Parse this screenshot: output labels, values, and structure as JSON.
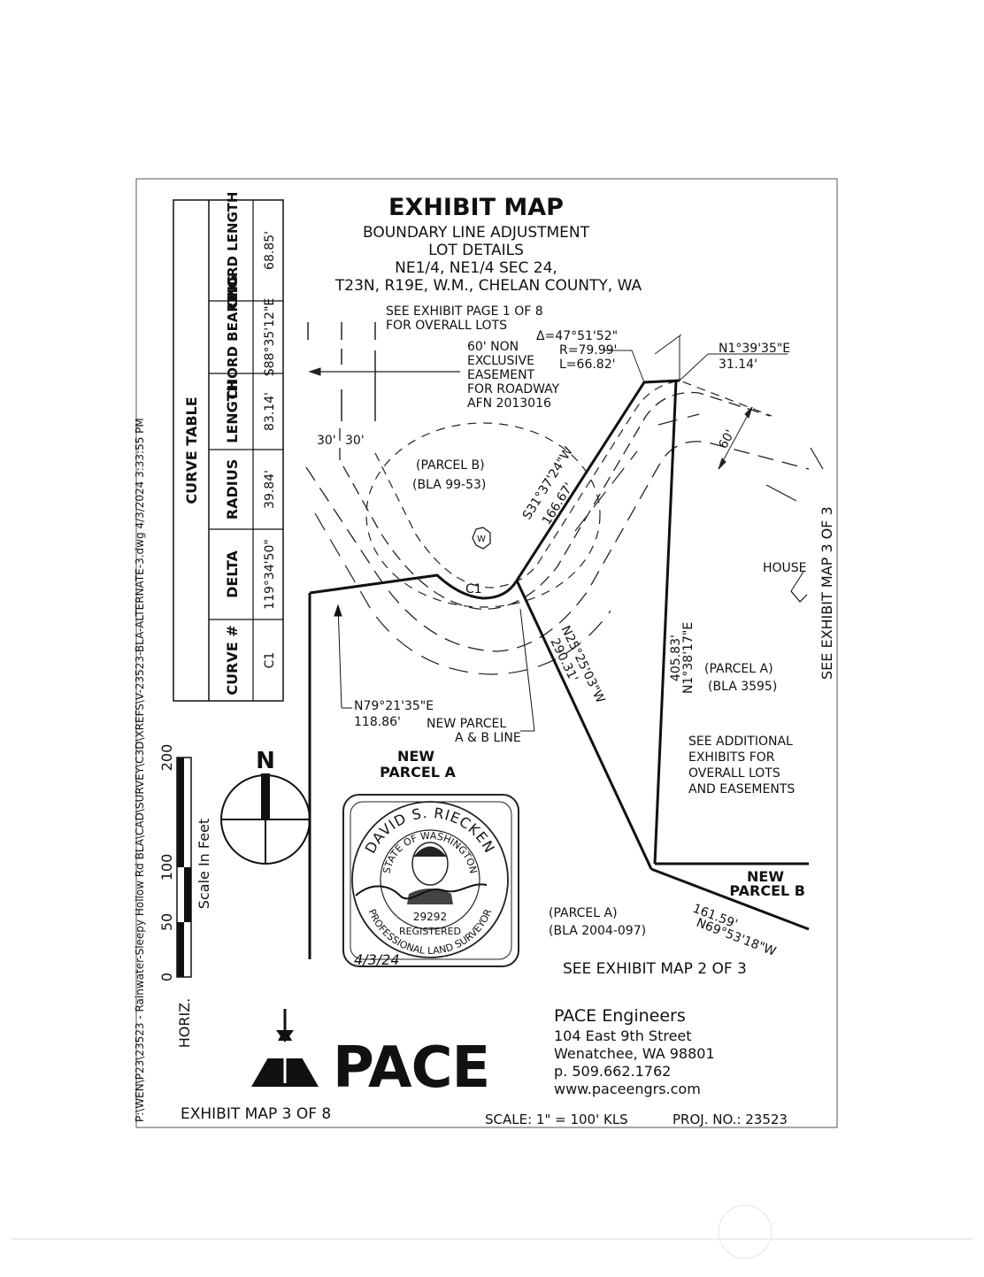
{
  "title": "EXHIBIT MAP",
  "subtitle_lines": [
    "BOUNDARY LINE ADJUSTMENT",
    "LOT DETAILS",
    "NE1/4, NE1/4 SEC 24,",
    "T23N, R19E, W.M., CHELAN COUNTY, WA"
  ],
  "file_path": "P:\\WEN\\P23\\23523 - Rainwater-Sleepy Hollow Rd BLA\\CAD\\SURVEY\\C3D\\XREFS\\V-23523-BLA-ALTERNATE-3.dwg   4/3/2024  3:33:55 PM",
  "curve_table": {
    "title": "CURVE TABLE",
    "headers": [
      "CURVE #",
      "DELTA",
      "RADIUS",
      "LENGTH",
      "CHORD BEARING",
      "CHORD LENGTH"
    ],
    "rows": [
      [
        "C1",
        "119°34'50\"",
        "39.84'",
        "83.14'",
        "S88°35'12\"E",
        "68.85'"
      ]
    ]
  },
  "notes": {
    "see_page1_line1": "SEE EXHIBIT PAGE 1 OF 8",
    "see_page1_line2": "FOR OVERALL LOTS",
    "easement": [
      "60' NON",
      "EXCLUSIVE",
      "EASEMENT",
      "FOR ROADWAY",
      "AFN 2013016"
    ],
    "curve_delta": "Δ=47°51'52\"",
    "curve_radius": "R=79.99'",
    "curve_length": "L=66.82'",
    "n1_bearing": "N1°39'35\"E",
    "n1_distance": "31.14'",
    "width_60": "60'",
    "width_30a": "30'",
    "width_30b": "30'",
    "parcel_b_old_1": "(PARCEL B)",
    "parcel_b_old_2": "(BLA 99-53)",
    "s31_bearing": "S31°37'24\"W",
    "s31_distance": "166.67'",
    "well": "W",
    "c1_label": "C1",
    "house": "HOUSE",
    "see_map3_right": "SEE EXHIBIT MAP 3 OF 3",
    "n25_bearing": "N25°25'03\"W",
    "n25_distance": "290.31'",
    "n1_38_distance": "405.83'",
    "n1_38_bearing": "N1°38'17\"E",
    "parcel_a_old_1": "(PARCEL A)",
    "parcel_a_old_2": "(BLA 3595)",
    "n79_bearing": "N79°21'35\"E",
    "n79_distance": "118.86'",
    "new_line_1": "NEW PARCEL",
    "new_line_2": "A & B LINE",
    "new_parcel_a_1": "NEW",
    "new_parcel_a_2": "PARCEL A",
    "see_additional": [
      "SEE ADDITIONAL",
      "EXHIBITS FOR",
      "OVERALL LOTS",
      "AND EASEMENTS"
    ],
    "new_parcel_b_1": "NEW",
    "new_parcel_b_2": "PARCEL B",
    "n69_distance": "161.59'",
    "n69_bearing": "N69°53'18\"W",
    "parcel_a_2004_1": "(PARCEL A)",
    "parcel_a_2004_2": "(BLA 2004-097)",
    "see_map2": "SEE EXHIBIT MAP 2 OF 3"
  },
  "north_arrow": "N",
  "scale_bar": {
    "ticks": [
      "0",
      "50",
      "100",
      "200"
    ],
    "label": "Scale In Feet",
    "horiz": "HORIZ."
  },
  "seal": {
    "name": "DAVID S. RIECKEN",
    "state": "STATE OF WASHINGTON",
    "number": "29292",
    "registered": "REGISTERED",
    "profession": "PROFESSIONAL LAND SURVEYOR",
    "date_handwritten": "4/3/24"
  },
  "logo": {
    "text": "PACE"
  },
  "company": {
    "name": "PACE Engineers",
    "address1": "104 East 9th Street",
    "address2": "Wenatchee, WA 98801",
    "phone": "p. 509.662.1762",
    "web": "www.paceengrs.com"
  },
  "footer": {
    "sheet": "EXHIBIT MAP 3 OF 8",
    "scale": "SCALE: 1\" = 100' KLS",
    "proj": "PROJ. NO.: 23523"
  }
}
